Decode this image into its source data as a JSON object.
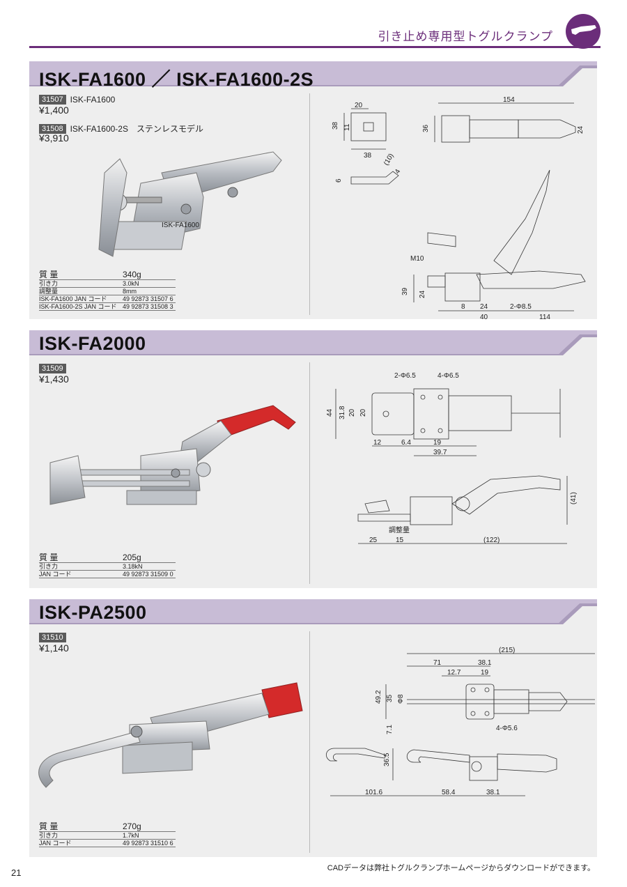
{
  "header": {
    "title": "引き止め専用型トグルクランプ"
  },
  "sections": [
    {
      "title": "ISK-FA1600 ／ ISK-FA1600-2S",
      "items": [
        {
          "code": "31507",
          "name": "ISK-FA1600",
          "price": "¥1,400"
        },
        {
          "code": "31508",
          "name": "ISK-FA1600-2S　ステンレスモデル",
          "price": "¥3,910"
        }
      ],
      "specs": [
        {
          "k": "質 量",
          "v": "340g"
        },
        {
          "k": "引き力",
          "v": "3.0kN"
        },
        {
          "k": "調整量",
          "v": "8mm"
        },
        {
          "k": "ISK-FA1600 JAN コード",
          "v": "49 92873 31507 6"
        },
        {
          "k": "ISK-FA1600-2S JAN コード",
          "v": "49 92873 31508 3"
        }
      ],
      "photo_label": "ISK-FA1600",
      "dims": {
        "d20": "20",
        "d38h": "38",
        "d11": "11",
        "d38w": "38",
        "d6": "6",
        "d10": "(10)",
        "d4": "4",
        "d154": "154",
        "d36": "36",
        "d24r": "24",
        "m10": "M10",
        "d39": "39",
        "d24": "24",
        "d8": "8",
        "d24b": "24",
        "hole": "2-Φ8.5",
        "d40": "40",
        "d114": "114"
      }
    },
    {
      "title": "ISK-FA2000",
      "items": [
        {
          "code": "31509",
          "name": "",
          "price": "¥1,430"
        }
      ],
      "specs": [
        {
          "k": "質 量",
          "v": "205g"
        },
        {
          "k": "引き力",
          "v": "3.18kN"
        },
        {
          "k": "JAN コード",
          "v": "49 92873 31509 0"
        }
      ],
      "dims": {
        "h1": "2-Φ6.5",
        "h2": "4-Φ6.5",
        "d44": "44",
        "d318": "31.8",
        "d20": "20",
        "d20b": "20",
        "d12": "12",
        "d64": "6.4",
        "d19": "19",
        "d397": "39.7",
        "d41": "(41)",
        "adj": "調整量",
        "d25": "25",
        "d15": "15",
        "d122": "(122)"
      }
    },
    {
      "title": "ISK-PA2500",
      "items": [
        {
          "code": "31510",
          "name": "",
          "price": "¥1,140"
        }
      ],
      "specs": [
        {
          "k": "質 量",
          "v": "270g"
        },
        {
          "k": "引き力",
          "v": "1.7kN"
        },
        {
          "k": "JAN コード",
          "v": "49 92873 31510 6"
        }
      ],
      "dims": {
        "d215": "(215)",
        "d71": "71",
        "d381t": "38.1",
        "d127": "12.7",
        "d19": "19",
        "d492": "49.2",
        "d35": "35",
        "phi8": "Φ8",
        "d71b": "7.1",
        "hole": "4-Φ5.6",
        "d365": "36.5",
        "d1016": "101.6",
        "d584": "58.4",
        "d381": "38.1"
      }
    }
  ],
  "footer": {
    "note": "CADデータは弊社トグルクランプホームページからダウンロードができます。",
    "page": "21"
  },
  "colors": {
    "accent": "#6b2d7a",
    "band": "#c8bcd6",
    "panel": "#eeeeee",
    "handle_red": "#d42a2a"
  }
}
